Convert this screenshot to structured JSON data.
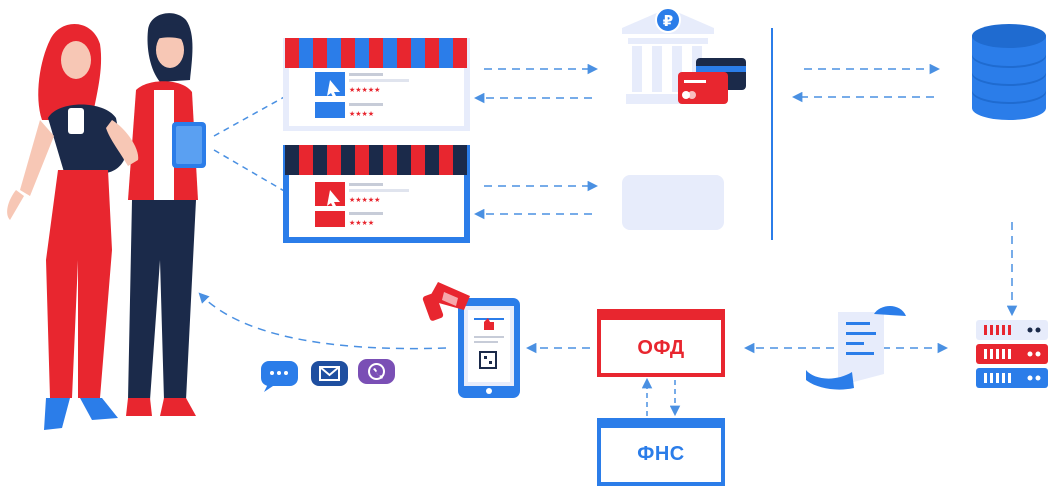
{
  "boxes": {
    "ofd": {
      "label": "ОФД",
      "color": "#e8262f"
    },
    "fns": {
      "label": "ФНС",
      "color": "#2b7de9"
    }
  },
  "bank": {
    "currency_symbol": "₽"
  },
  "colors": {
    "red": "#e8262f",
    "blue": "#2b7de9",
    "navy": "#1b2a4a",
    "light_blue": "#e7ecfb",
    "arrow": "#4a90e2"
  },
  "icons": [
    "women-illustration",
    "store-window-red-blue",
    "store-window-navy-red",
    "bank-icon",
    "credit-card-icon",
    "blank-panel",
    "database-icon",
    "server-rack-icon",
    "receipt-scroll-icon",
    "smartphone-receipt-icon",
    "megaphone-icon",
    "chat-icon",
    "mail-icon",
    "viber-icon"
  ]
}
